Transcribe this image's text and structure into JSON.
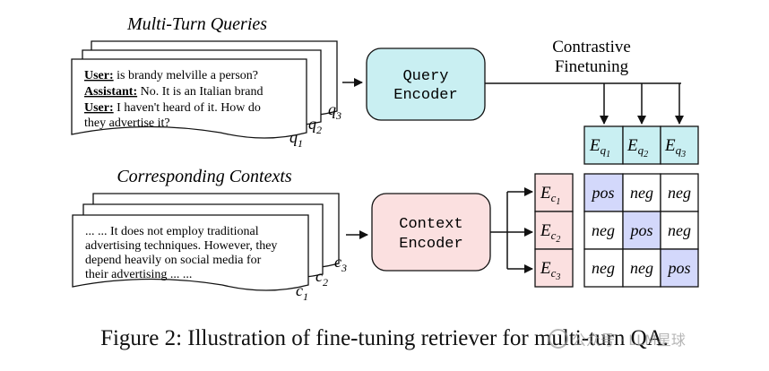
{
  "queries_title": "Multi-Turn Queries",
  "contexts_title": "Corresponding Contexts",
  "query_doc_lines": [
    {
      "speaker": "User:",
      "text": " is brandy melville a person?"
    },
    {
      "speaker": "Assistant:",
      "text": " No. It is an Italian brand"
    },
    {
      "speaker": "User:",
      "text": " I haven't heard of it. How do"
    },
    {
      "speaker": "",
      "text": "they advertise it?"
    }
  ],
  "q_labels": [
    {
      "base": "q",
      "sub": "3"
    },
    {
      "base": "q",
      "sub": "2"
    },
    {
      "base": "q",
      "sub": "1"
    }
  ],
  "context_doc_lines": [
    "... ... It does not employ traditional",
    "advertising techniques. However, they",
    "depend heavily on social media for",
    "their advertising ... ..."
  ],
  "c_labels": [
    {
      "base": "c",
      "sub": "3"
    },
    {
      "base": "c",
      "sub": "2"
    },
    {
      "base": "c",
      "sub": "1"
    }
  ],
  "query_encoder": {
    "line1": "Query",
    "line2": "Encoder"
  },
  "context_encoder": {
    "line1": "Context",
    "line2": "Encoder"
  },
  "finetune_label": {
    "line1": "Contrastive",
    "line2": "Finetuning"
  },
  "query_embeddings": [
    {
      "base": "E",
      "sub": "q",
      "subsub": "1"
    },
    {
      "base": "E",
      "sub": "q",
      "subsub": "2"
    },
    {
      "base": "E",
      "sub": "q",
      "subsub": "3"
    }
  ],
  "context_embeddings": [
    {
      "base": "E",
      "sub": "c",
      "subsub": "1"
    },
    {
      "base": "E",
      "sub": "c",
      "subsub": "2"
    },
    {
      "base": "E",
      "sub": "c",
      "subsub": "3"
    }
  ],
  "matrix": [
    [
      "pos",
      "neg",
      "neg"
    ],
    [
      "neg",
      "pos",
      "neg"
    ],
    [
      "neg",
      "neg",
      "pos"
    ]
  ],
  "colors": {
    "query_encoder_fill": "#c9eff2",
    "context_encoder_fill": "#fbe0e0",
    "pos_fill": "#d3d8fb",
    "query_emb_fill": "#c9eff2",
    "context_emb_fill": "#fbe0e0"
  },
  "caption": "Figure 2: Illustration of fine-tuning retriever for multi-turn QA.",
  "watermark": "公众号 · LLM星球"
}
